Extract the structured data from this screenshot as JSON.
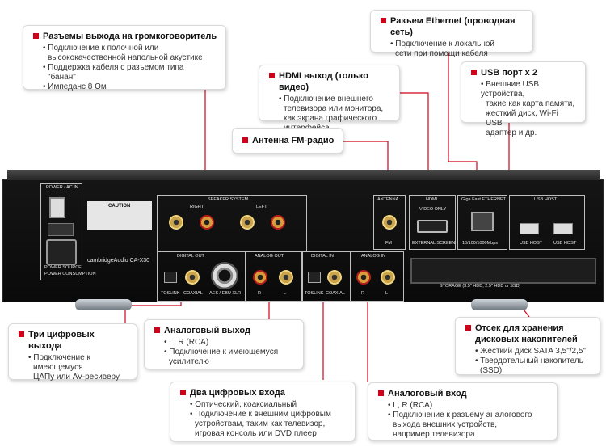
{
  "speaker_outputs": {
    "title": "Разъемы выхода на громкоговоритель",
    "items": [
      "Подключение к полочной  или",
      "высококачественной напольной акустике",
      "Поддержка кабеля с разъемом типа",
      "\"банан\"",
      "Импеданс  8 Ом"
    ]
  },
  "ethernet": {
    "title": "Разъем Ethernet (проводная сеть)",
    "items": [
      "Подключение к локальной",
      "сети при помощи кабеля"
    ]
  },
  "hdmi": {
    "title": "HDMI выход (только видео)",
    "items": [
      "Подключение внешнего",
      "телевизора или монитора,",
      "как экрана графического",
      "интерфейса"
    ]
  },
  "usb": {
    "title": "USB порт x 2",
    "items": [
      "Внешние USB устройства,",
      "такие как карта памяти,",
      "жесткий диск, Wi-Fi USB",
      "адаптер и др."
    ]
  },
  "antenna": {
    "title": "Антенна FM-радио"
  },
  "digital_outputs": {
    "title": "Три цифровых выхода",
    "items": [
      "Подключение к",
      "имеющемуся",
      "ЦАПу или AV-ресиверу"
    ]
  },
  "analog_out": {
    "title": "Аналоговый выход",
    "items": [
      "L, R (RCA)",
      "Подключение к имеющемуся",
      "усилителю"
    ]
  },
  "digital_inputs": {
    "title": "Два цифровых входа",
    "items": [
      "Оптический, коаксиальный",
      "Подключение к внешним цифровым",
      "устройствам, таким как телевизор,",
      "игровая консоль или DVD плеер"
    ]
  },
  "analog_in": {
    "title": "Аналоговый вход",
    "items": [
      "L, R (RCA)",
      "Подключение к разъему аналогового",
      "выхода внешних устройств,",
      "например телевизора"
    ]
  },
  "storage_bay": {
    "title": "Отсек для хранения дисковых накопителей",
    "items": [
      "Жесткий диск SATA 3,5\"/2,5\"",
      "Твердотельный накопитель",
      "(SSD)"
    ]
  },
  "device": {
    "power_label": "POWER / AC IN",
    "speaker_system": "SPEAKER SYSTEM",
    "right": "RIGHT",
    "left": "LEFT",
    "caution": "CAUTION",
    "brand": "cambridgeAudio CA-X30",
    "antenna": "ANTENNA",
    "hdmi": "HDMI",
    "video_only": "VIDEO ONLY",
    "external_screen": "EXTERNAL SCREEN",
    "gige": "Giga Fast ETHERNET",
    "eth_speed": "10/100/1000Mbps",
    "usb_host": "USB HOST",
    "digital_out": "DIGITAL    OUT",
    "analog_out": "ANALOG OUT",
    "digital_in": "DIGITAL IN",
    "analog_in": "ANALOG IN",
    "toslink": "TOSLINK",
    "coaxial": "COAXIAL",
    "aes": "AES / EBU XLR",
    "fm": "FM",
    "storage": "STORAGE (3.5\" HDD, 2.5\" HDD or SSD)",
    "r": "R",
    "l": "L",
    "power_source": "POWER SOURCE",
    "power_consumption": "POWER CONSUMPTION"
  },
  "colors": {
    "accent": "#d0021b",
    "line": "#d0021b",
    "panel": "#111111"
  }
}
